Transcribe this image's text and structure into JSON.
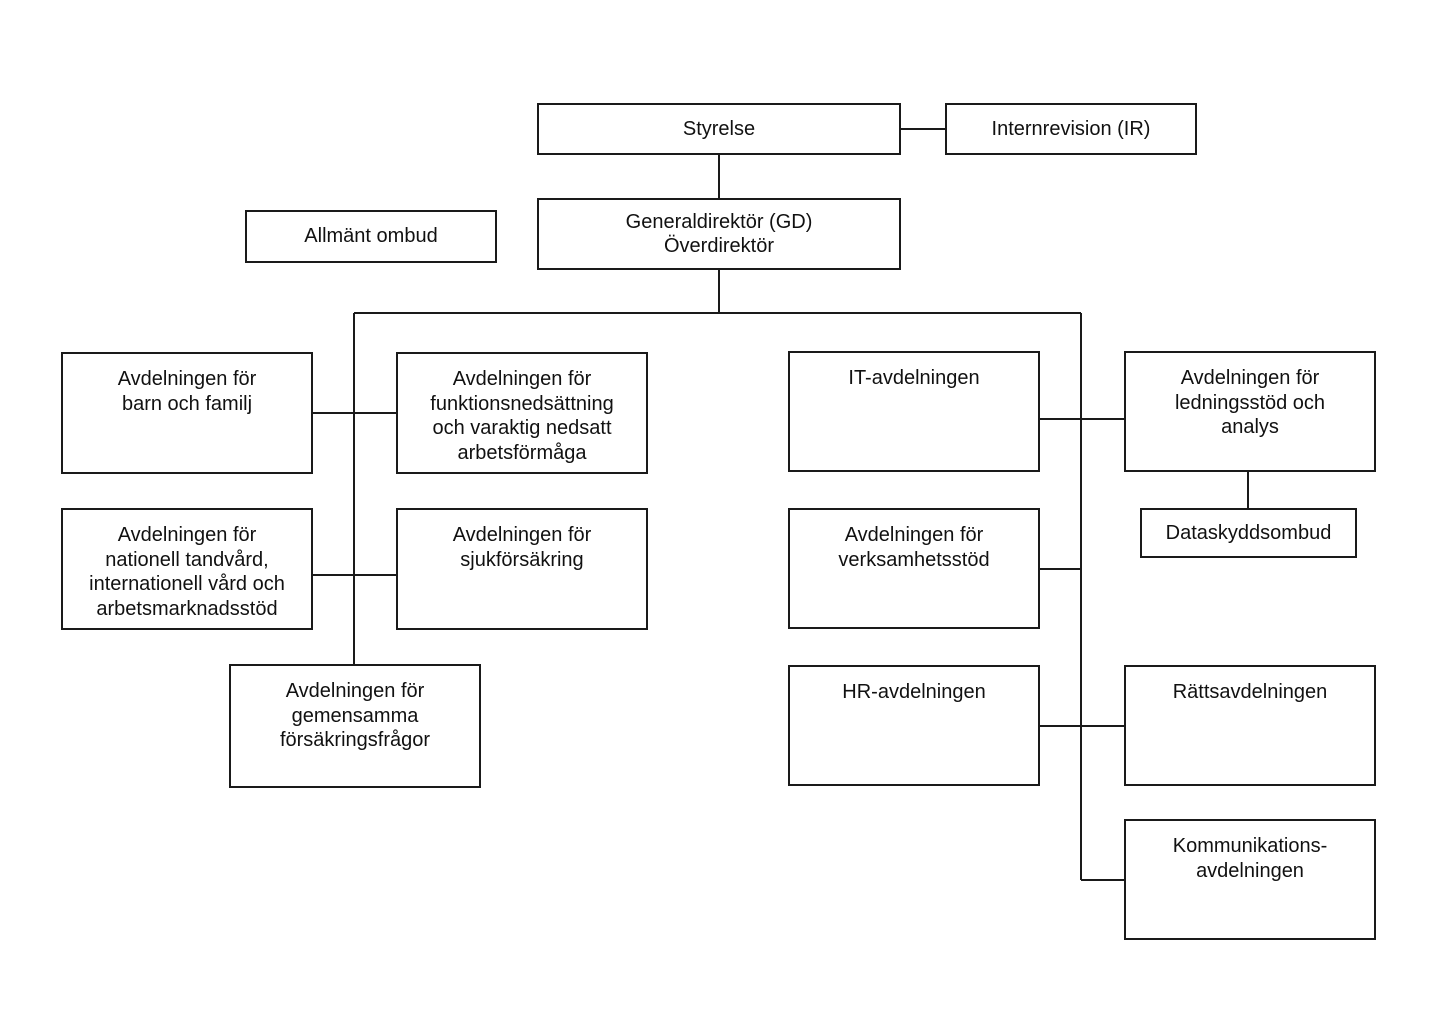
{
  "nodes": {
    "styrelse": {
      "lines": [
        "Styrelse"
      ]
    },
    "internrevision": {
      "lines": [
        "Internrevision (IR)"
      ]
    },
    "gd": {
      "lines": [
        "Generaldirektör (GD)",
        "Överdirektör"
      ]
    },
    "allmant_ombud": {
      "lines": [
        "Allmänt ombud"
      ]
    },
    "barn_familj": {
      "lines": [
        "Avdelningen för",
        "barn och familj"
      ]
    },
    "funktionsnedsattning": {
      "lines": [
        "Avdelningen för",
        "funktionsnedsättning",
        "och varaktig nedsatt",
        "arbetsförmåga"
      ]
    },
    "tandvard": {
      "lines": [
        "Avdelningen för",
        "nationell tandvård,",
        "internationell vård och",
        "arbetsmarknadsstöd"
      ]
    },
    "sjukforsakring": {
      "lines": [
        "Avdelningen för",
        "sjukförsäkring"
      ]
    },
    "gemensamma": {
      "lines": [
        "Avdelningen för",
        "gemensamma",
        "försäkringsfrågor"
      ]
    },
    "it": {
      "lines": [
        "IT-avdelningen"
      ]
    },
    "ledningsstod": {
      "lines": [
        "Avdelningen för",
        "ledningsstöd och",
        "analys"
      ]
    },
    "dataskydd": {
      "lines": [
        "Dataskyddsombud"
      ]
    },
    "verksamhetsstod": {
      "lines": [
        "Avdelningen för",
        "verksamhetsstöd"
      ]
    },
    "hr": {
      "lines": [
        "HR-avdelningen"
      ]
    },
    "ratt": {
      "lines": [
        "Rättsavdelningen"
      ]
    },
    "kommunikation": {
      "lines": [
        "Kommunikations-",
        "avdelningen"
      ]
    }
  }
}
